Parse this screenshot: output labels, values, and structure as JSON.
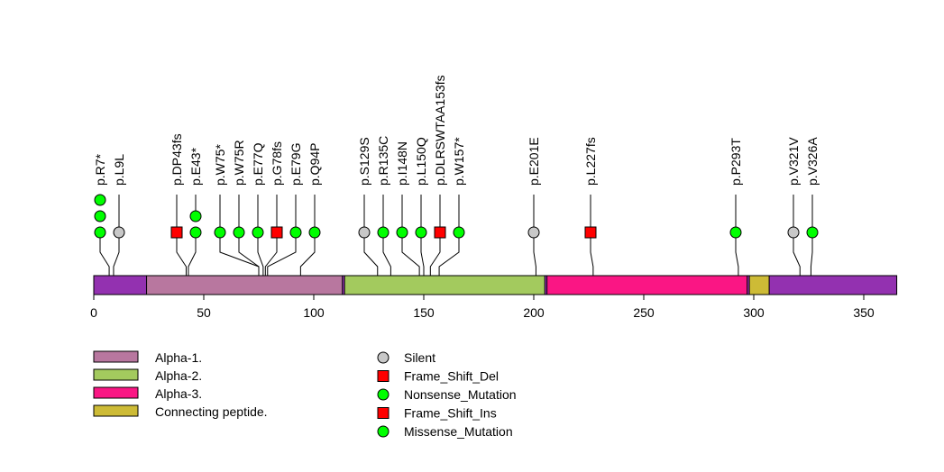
{
  "chart_data": {
    "type": "lollipop",
    "protein_length": 365,
    "xlim": [
      0,
      365
    ],
    "x_ticks": [
      0,
      50,
      100,
      150,
      200,
      250,
      300,
      350
    ],
    "backbone_color": "#9331B0",
    "domains": [
      {
        "name": "Alpha-1.",
        "start": 24,
        "end": 113,
        "color": "#B8779F"
      },
      {
        "name": "Alpha-2.",
        "start": 114,
        "end": 205,
        "color": "#A3CA5E"
      },
      {
        "name": "Alpha-3.",
        "start": 206,
        "end": 297,
        "color": "#FA1684"
      },
      {
        "name": "Connecting peptide.",
        "start": 298,
        "end": 307,
        "color": "#CDBB36"
      }
    ],
    "mutation_types": [
      {
        "name": "Silent",
        "shape": "circle",
        "color": "#C8C8C8"
      },
      {
        "name": "Frame_Shift_Del",
        "shape": "square",
        "color": "#FF0000"
      },
      {
        "name": "Nonsense_Mutation",
        "shape": "circle",
        "color": "#00FF00"
      },
      {
        "name": "Frame_Shift_Ins",
        "shape": "square",
        "color": "#FF0000"
      },
      {
        "name": "Missense_Mutation",
        "shape": "circle",
        "color": "#00FF00"
      }
    ],
    "mutations": [
      {
        "label": "p.R7*",
        "position": 7,
        "type": "Nonsense_Mutation",
        "count": 3
      },
      {
        "label": "p.L9L",
        "position": 9,
        "type": "Silent",
        "count": 1
      },
      {
        "label": "p.DP43fs",
        "position": 42,
        "type": "Frame_Shift_Del",
        "count": 1
      },
      {
        "label": "p.E43*",
        "position": 43,
        "type": "Nonsense_Mutation",
        "count": 2
      },
      {
        "label": "p.W75*",
        "position": 75,
        "type": "Nonsense_Mutation",
        "count": 1
      },
      {
        "label": "p.W75R",
        "position": 75,
        "type": "Missense_Mutation",
        "count": 1
      },
      {
        "label": "p.E77Q",
        "position": 77,
        "type": "Missense_Mutation",
        "count": 1
      },
      {
        "label": "p.G78fs",
        "position": 78,
        "type": "Frame_Shift_Del",
        "count": 1
      },
      {
        "label": "p.E79G",
        "position": 79,
        "type": "Missense_Mutation",
        "count": 1
      },
      {
        "label": "p.Q94P",
        "position": 94,
        "type": "Missense_Mutation",
        "count": 1
      },
      {
        "label": "p.S129S",
        "position": 129,
        "type": "Silent",
        "count": 1
      },
      {
        "label": "p.R135C",
        "position": 135,
        "type": "Missense_Mutation",
        "count": 1
      },
      {
        "label": "p.I148N",
        "position": 148,
        "type": "Missense_Mutation",
        "count": 1
      },
      {
        "label": "p.L150Q",
        "position": 150,
        "type": "Missense_Mutation",
        "count": 1
      },
      {
        "label": "p.DLRSWTAA153fs",
        "position": 153,
        "type": "Frame_Shift_Del",
        "count": 1
      },
      {
        "label": "p.W157*",
        "position": 157,
        "type": "Nonsense_Mutation",
        "count": 1
      },
      {
        "label": "p.E201E",
        "position": 201,
        "type": "Silent",
        "count": 1
      },
      {
        "label": "p.L227fs",
        "position": 227,
        "type": "Frame_Shift_Del",
        "count": 1
      },
      {
        "label": "p.P293T",
        "position": 293,
        "type": "Missense_Mutation",
        "count": 1
      },
      {
        "label": "p.V321V",
        "position": 321,
        "type": "Silent",
        "count": 1
      },
      {
        "label": "p.V326A",
        "position": 326,
        "type": "Missense_Mutation",
        "count": 1
      }
    ]
  }
}
